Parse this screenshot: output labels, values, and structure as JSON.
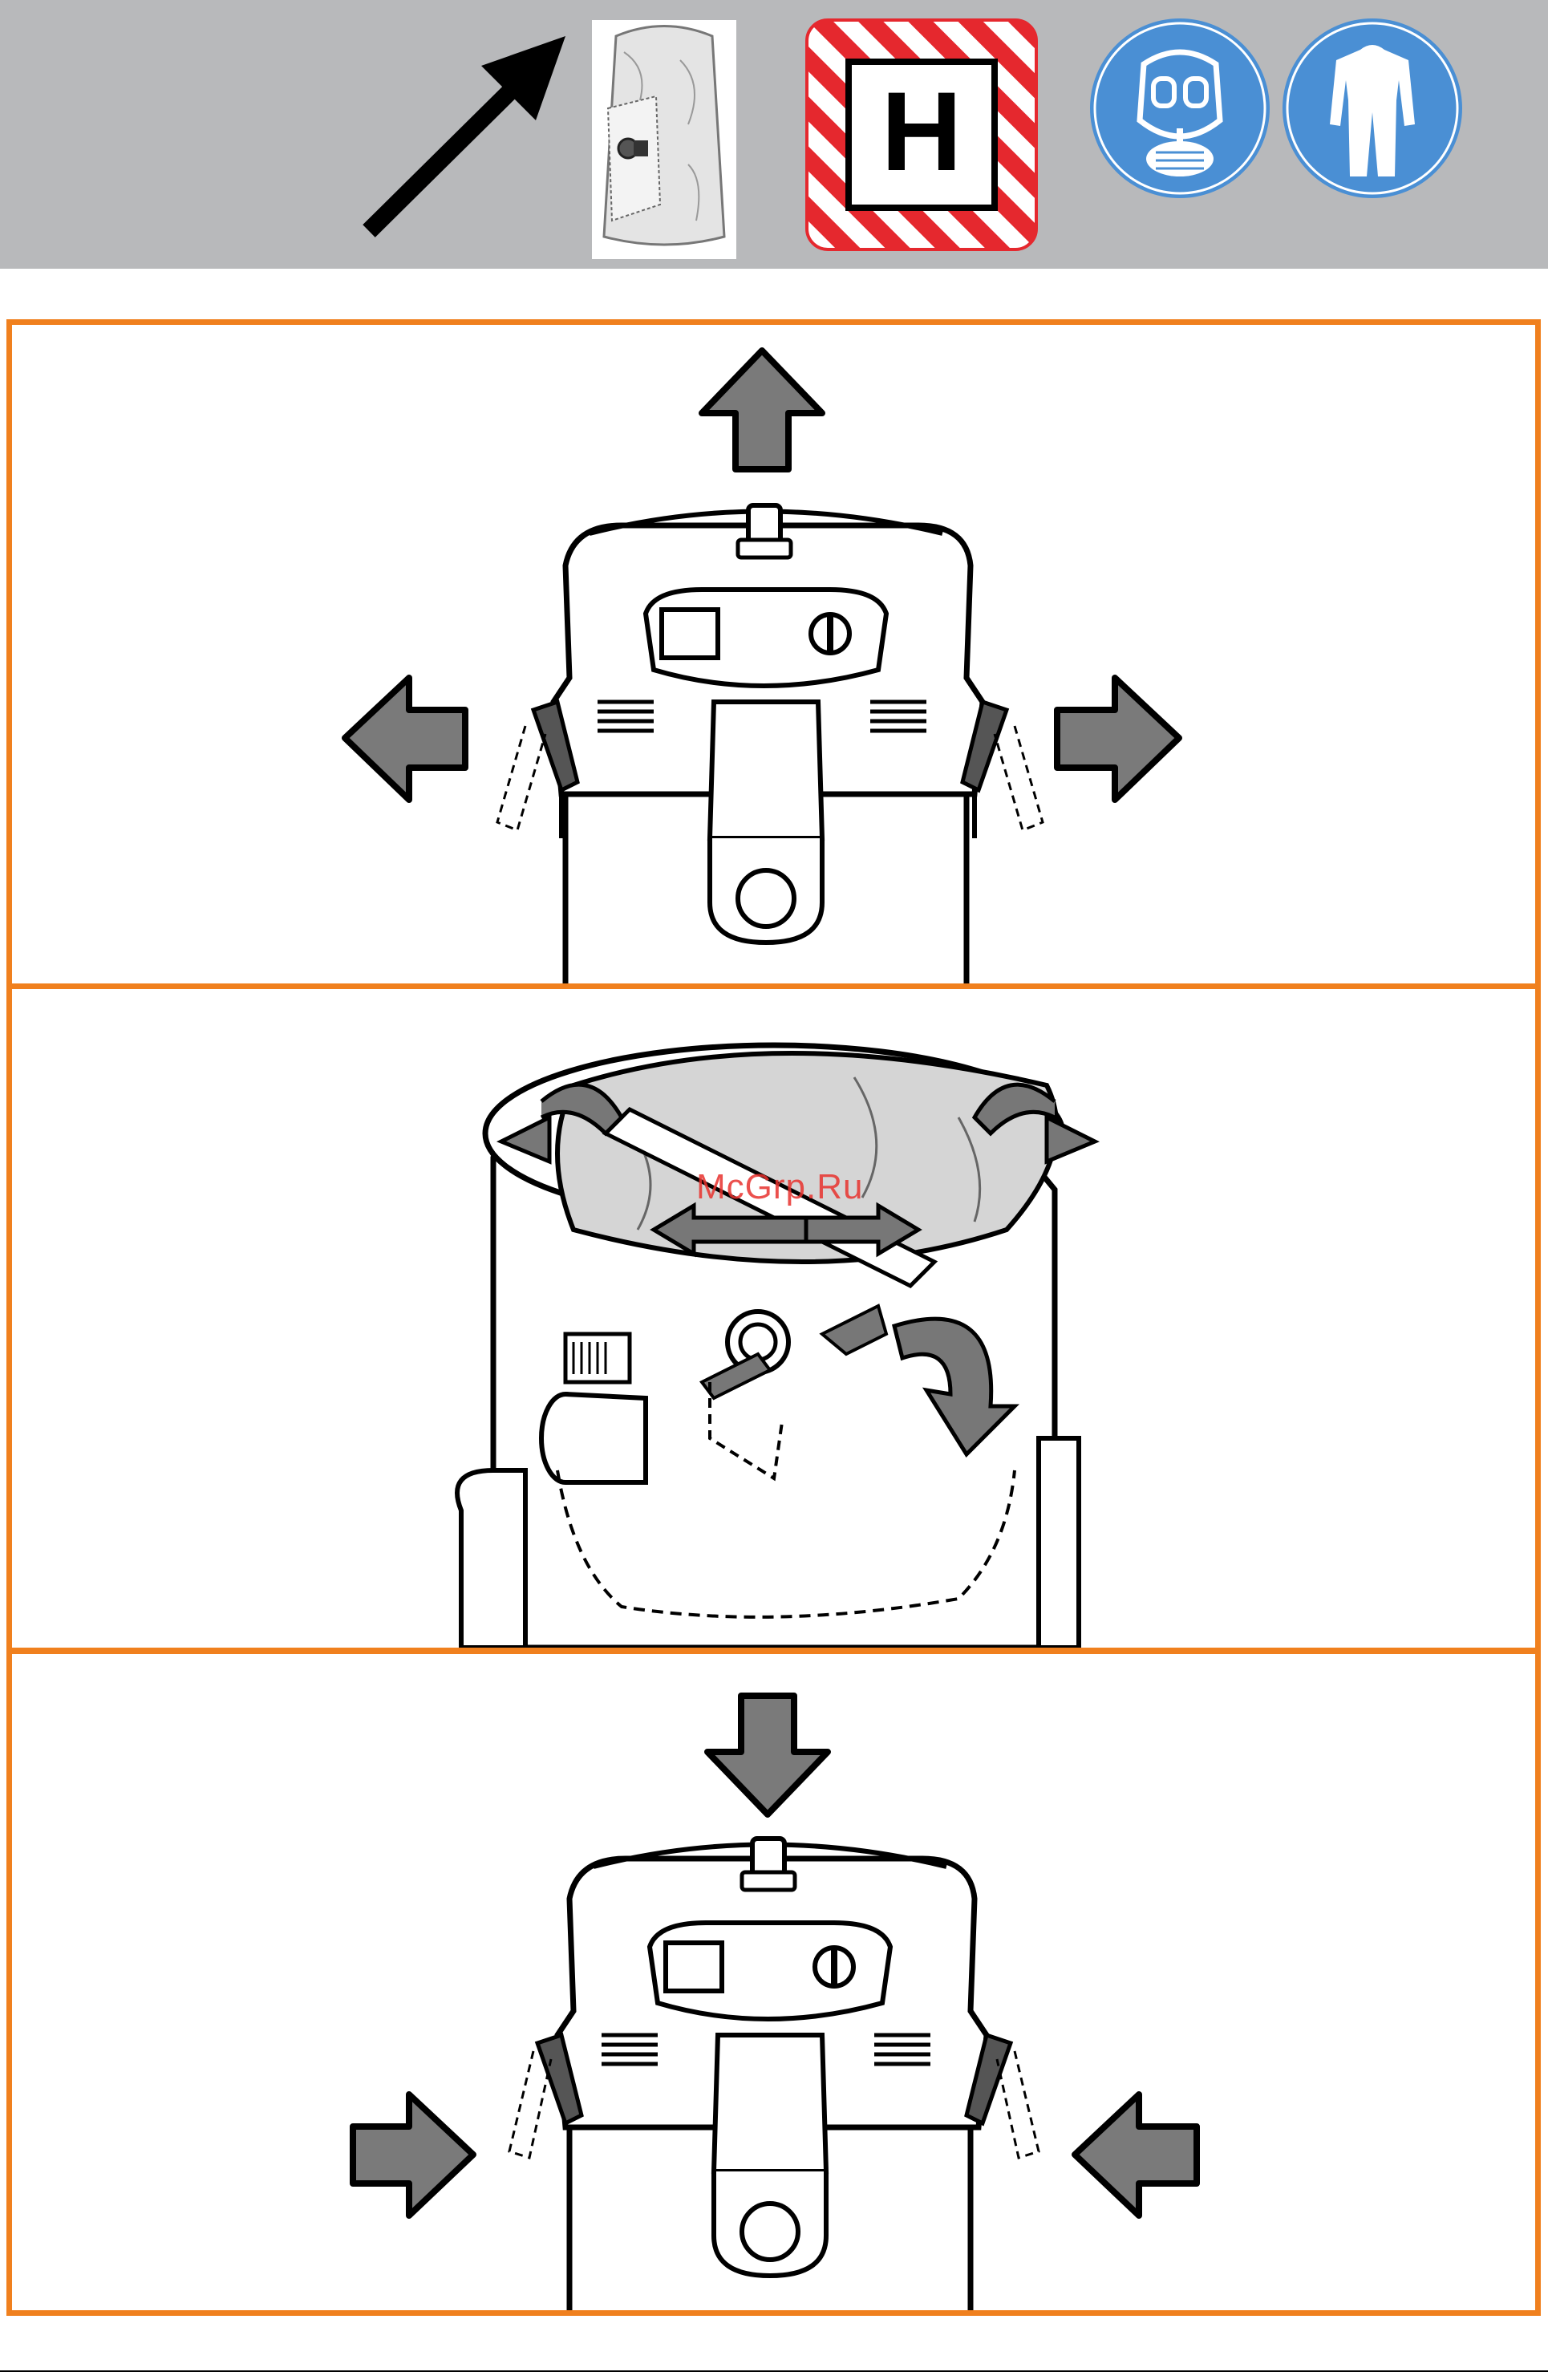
{
  "header": {
    "direction_icon": "arrow-up-right-icon",
    "filter_bag_icon": "filter-bag-icon",
    "dust_class_label": "H",
    "ppe_icons": [
      "respirator-mask-icon",
      "protective-suit-icon"
    ],
    "colors": {
      "band": "#b8b9bb",
      "mandatory_blue": "#4a8fd4",
      "hazard_red": "#e5282e"
    }
  },
  "panels": [
    {
      "step": "open-clamps",
      "arrows": [
        "arrow-up-icon",
        "arrow-left-icon",
        "arrow-right-icon"
      ]
    },
    {
      "step": "remove-filter-bag",
      "arrows": [
        "rotate-left-icon",
        "rotate-right-icon",
        "arrow-slide-icon"
      ]
    },
    {
      "step": "close-clamps",
      "arrows": [
        "arrow-down-icon",
        "arrow-right-icon",
        "arrow-left-icon"
      ]
    }
  ],
  "frame_color": "#f0801e",
  "watermark": "McGrp.Ru"
}
